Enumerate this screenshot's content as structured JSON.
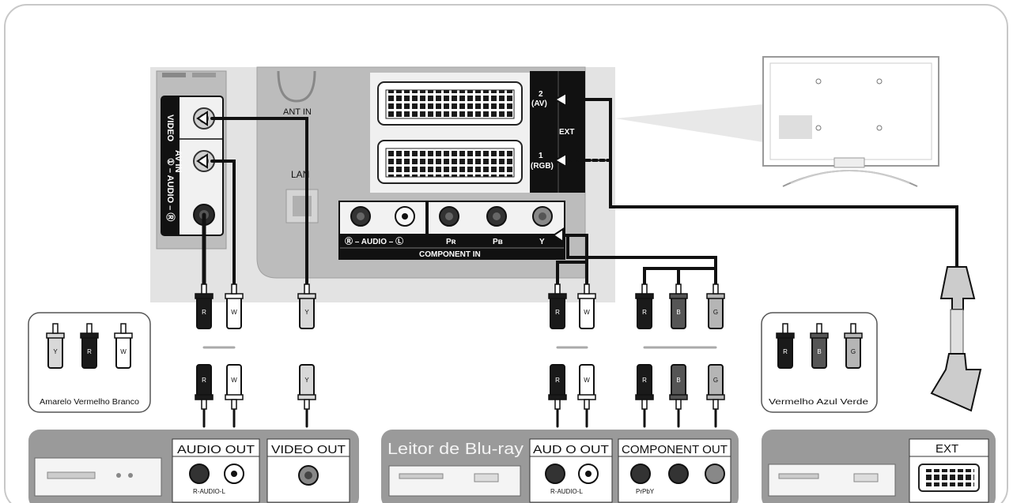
{
  "tv_panel": {
    "ant_in": "ANT IN",
    "lan": "LAN",
    "av_in": {
      "group": "AV IN",
      "video": "VIDEO",
      "audio": "① – AUDIO – Ⓡ"
    },
    "ext": {
      "label": "EXT",
      "port2": "2",
      "port2_sub": "(AV)",
      "port1": "1",
      "port1_sub": "(RGB)"
    },
    "component_in": {
      "label": "COMPONENT IN",
      "audio": "Ⓡ – AUDIO – Ⓛ",
      "pr": "Pʀ",
      "pb": "Pʙ",
      "y": "Y"
    }
  },
  "legends": {
    "left": {
      "plugs": [
        "Y",
        "R",
        "W"
      ],
      "caption": "Amarelo Vermelho Branco"
    },
    "right": {
      "plugs": [
        "R",
        "B",
        "G"
      ],
      "caption": "Vermelho Azul Verde"
    }
  },
  "cables": {
    "av_top": [
      "R",
      "W",
      "Y"
    ],
    "av_bottom": [
      "R",
      "W",
      "Y"
    ],
    "comp_top": [
      "R",
      "W",
      "R",
      "B",
      "G"
    ],
    "comp_bottom": [
      "R",
      "W",
      "R",
      "B",
      "G"
    ]
  },
  "devices": {
    "left": {
      "audio_out": "AUDIO OUT",
      "audio_sub": "R-AUDIO-L",
      "video_out": "VIDEO OUT"
    },
    "middle": {
      "title": "Leitor de Blu-ray",
      "audio_out": "AUD O OUT",
      "audio_sub": "R-AUDIO-L",
      "component_out": "COMPONENT OUT",
      "component_sub": "PrPbY"
    },
    "right": {
      "ext": "EXT"
    }
  },
  "colors": {
    "panel_bg": "#e3e3e3",
    "port_bg": "#b8b8b8",
    "dark": "#111111",
    "device_bar": "#9a9a9a",
    "frame": "#c8c8c8"
  }
}
